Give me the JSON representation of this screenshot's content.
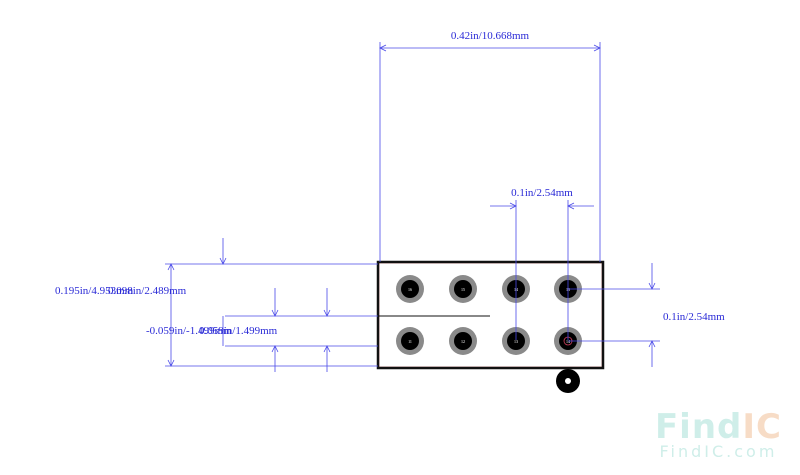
{
  "dimensions": {
    "width_total": "0.42in/10.668mm",
    "pitch_top": "0.1in/2.54mm",
    "row_spacing": "0.1in/2.54mm",
    "left_upper_a": "0.195in/4.953mm",
    "left_upper_b": "0.098in/2.489mm",
    "left_lower_a": "-0.059in/-1.499mm",
    "left_lower_b": "0.059in/1.499mm"
  },
  "pins": {
    "top": [
      "16",
      "15",
      "14",
      "13"
    ],
    "bottom": [
      "11",
      "12",
      "13",
      "14"
    ]
  },
  "colors": {
    "dimension": "#4a4ae8",
    "outline": "#111111",
    "pad_ring": "#8a8a8a",
    "pad_hole": "#000000",
    "body_line": "#e8a0a0"
  },
  "watermark": {
    "logo_part1": "Find",
    "logo_part2": "IC",
    "url": "FindIC.com"
  }
}
